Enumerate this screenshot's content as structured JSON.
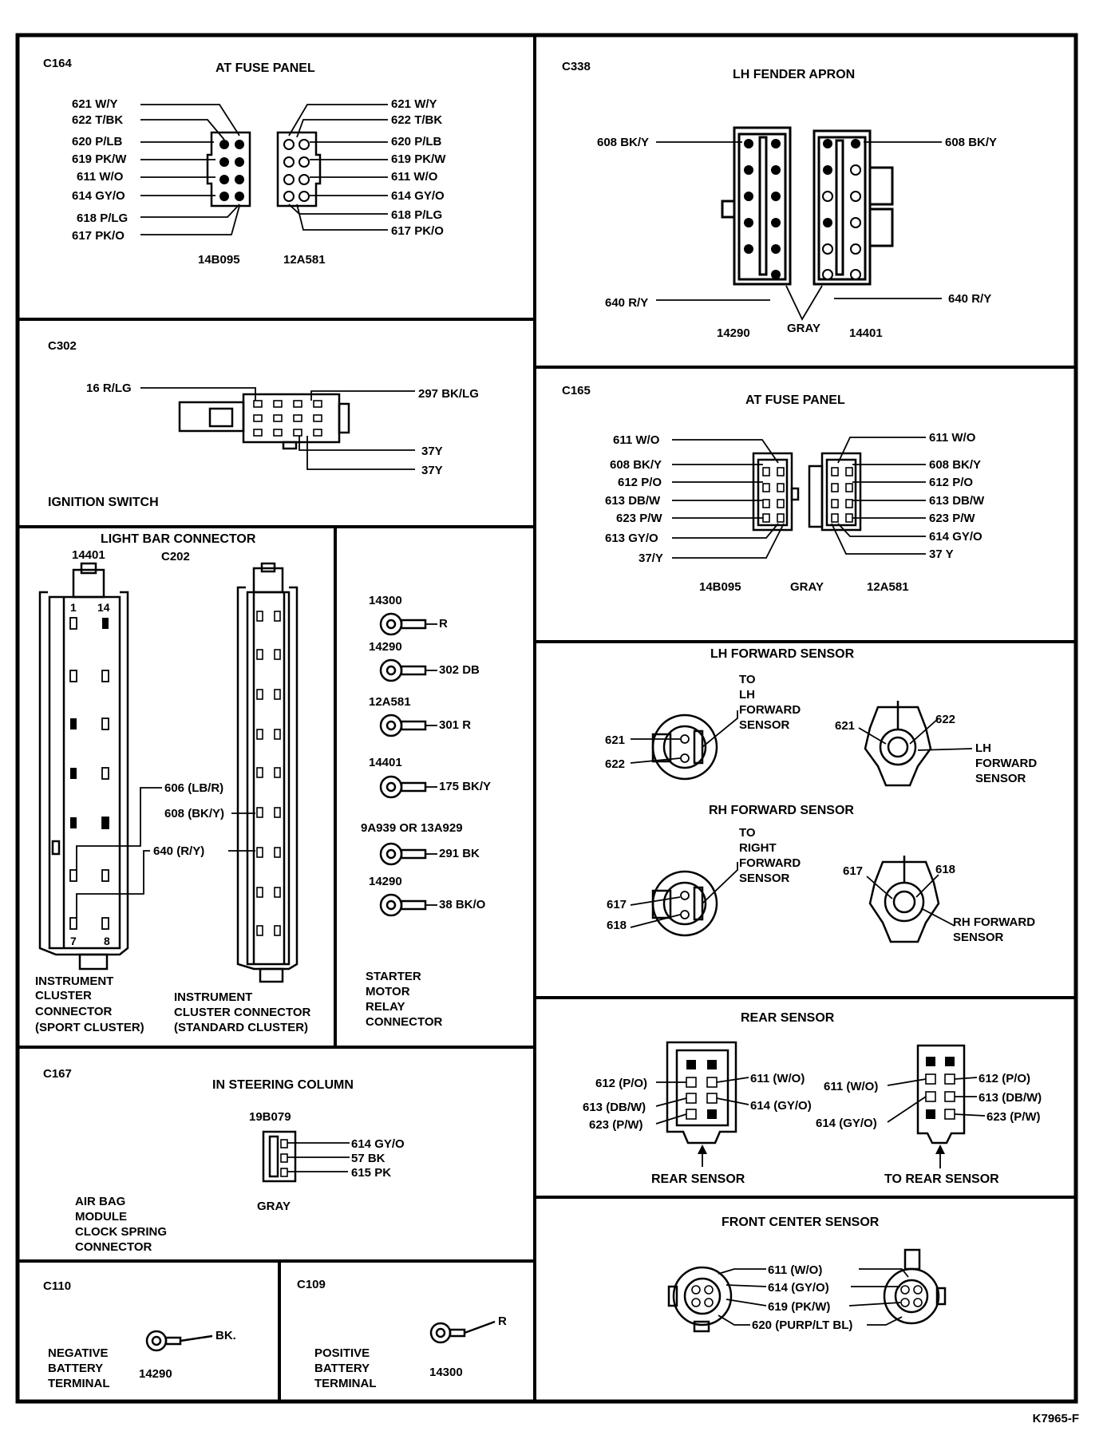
{
  "footer_id": "K7965-F",
  "c164": {
    "code": "C164",
    "title": "AT FUSE PANEL",
    "left_wires": [
      "621 W/Y",
      "622 T/BK",
      "620 P/LB",
      "619 PK/W",
      "611 W/O",
      "614 GY/O",
      "618 P/LG",
      "617 PK/O"
    ],
    "right_wires": [
      "621 W/Y",
      "622 T/BK",
      "620 P/LB",
      "619 PK/W",
      "611 W/O",
      "614 GY/O",
      "618 P/LG",
      "617 PK/O"
    ],
    "part_left": "14B095",
    "part_right": "12A581"
  },
  "c338": {
    "code": "C338",
    "title": "LH FENDER APRON",
    "top_left": "608 BK/Y",
    "top_right": "608 BK/Y",
    "bottom_left": "640 R/Y",
    "bottom_right": "640 R/Y",
    "part_left": "14290",
    "color": "GRAY",
    "part_right": "14401"
  },
  "c302": {
    "code": "C302",
    "wire_left": "16 R/LG",
    "wire_right_top": "297 BK/LG",
    "wire_right_mid": "37Y",
    "wire_right_bot": "37Y",
    "name": "IGNITION SWITCH"
  },
  "c165": {
    "code": "C165",
    "title": "AT FUSE PANEL",
    "left_wires": [
      "611 W/O",
      "608 BK/Y",
      "612 P/O",
      "613 DB/W",
      "623 P/W",
      "613 GY/O",
      "37/Y"
    ],
    "right_wires": [
      "611 W/O",
      "608 BK/Y",
      "612 P/O",
      "613 DB/W",
      "623 P/W",
      "614 GY/O",
      "37 Y"
    ],
    "part_left": "14B095",
    "color": "GRAY",
    "part_right": "12A581"
  },
  "lightbar": {
    "title": "LIGHT BAR CONNECTOR",
    "part": "14401",
    "code": "C202",
    "pin_1": "1",
    "pin_14": "14",
    "pin_7": "7",
    "pin_8": "8",
    "wire_a": "606 (LB/R)",
    "wire_b": "608 (BK/Y)",
    "wire_c": "640 (R/Y)",
    "left_name": [
      "INSTRUMENT",
      "CLUSTER",
      "CONNECTOR",
      "(SPORT CLUSTER)"
    ],
    "right_name": [
      "INSTRUMENT",
      "CLUSTER CONNECTOR",
      "(STANDARD CLUSTER)"
    ]
  },
  "starter": {
    "terminals": [
      {
        "part": "14300",
        "wire": "R"
      },
      {
        "part": "14290",
        "wire": "302 DB"
      },
      {
        "part": "12A581",
        "wire": "301 R"
      },
      {
        "part": "14401",
        "wire": "175 BK/Y"
      },
      {
        "part": "9A939 OR 13A929",
        "wire": "291 BK"
      },
      {
        "part": "14290",
        "wire": "38 BK/O"
      }
    ],
    "name": [
      "STARTER",
      "MOTOR",
      "RELAY",
      "CONNECTOR"
    ]
  },
  "lh_forward": {
    "title": "LH FORWARD SENSOR",
    "to_label": [
      "TO",
      "LH",
      "FORWARD",
      "SENSOR"
    ],
    "pin_a": "621",
    "pin_b": "622",
    "pin_c": "621",
    "pin_d": "622",
    "right_label": [
      "LH",
      "FORWARD",
      "SENSOR"
    ]
  },
  "rh_forward": {
    "title": "RH FORWARD SENSOR",
    "to_label": [
      "TO",
      "RIGHT",
      "FORWARD",
      "SENSOR"
    ],
    "pin_a": "617",
    "pin_b": "618",
    "pin_c": "617",
    "pin_d": "618",
    "right_label": [
      "RH FORWARD",
      "SENSOR"
    ]
  },
  "c167": {
    "code": "C167",
    "title": "IN STEERING COLUMN",
    "part": "19B079",
    "wires": [
      "614 GY/O",
      "57 BK",
      "615 PK"
    ],
    "color": "GRAY",
    "name": [
      "AIR BAG",
      "MODULE",
      "CLOCK SPRING",
      "CONNECTOR"
    ]
  },
  "rear": {
    "title": "REAR SENSOR",
    "left_wires_l": [
      "612 (P/O)",
      "613 (DB/W)",
      "623 (P/W)"
    ],
    "left_wires_r": [
      "611 (W/O)",
      "614 (GY/O)"
    ],
    "right_wires_l": [
      "611 (W/O)",
      "614 (GY/O)"
    ],
    "right_wires_r": [
      "612 (P/O)",
      "613 (DB/W)",
      "623 (P/W)"
    ],
    "left_caption": "REAR SENSOR",
    "right_caption": "TO REAR SENSOR"
  },
  "front_center": {
    "title": "FRONT CENTER SENSOR",
    "wires": [
      "611 (W/O)",
      "614 (GY/O)",
      "619 (PK/W)",
      "620 (PURP/LT BL)"
    ]
  },
  "c110": {
    "code": "C110",
    "wire": "BK.",
    "name": [
      "NEGATIVE",
      "BATTERY",
      "TERMINAL"
    ],
    "part": "14290"
  },
  "c109": {
    "code": "C109",
    "wire": "R",
    "name": [
      "POSITIVE",
      "BATTERY",
      "TERMINAL"
    ],
    "part": "14300"
  }
}
